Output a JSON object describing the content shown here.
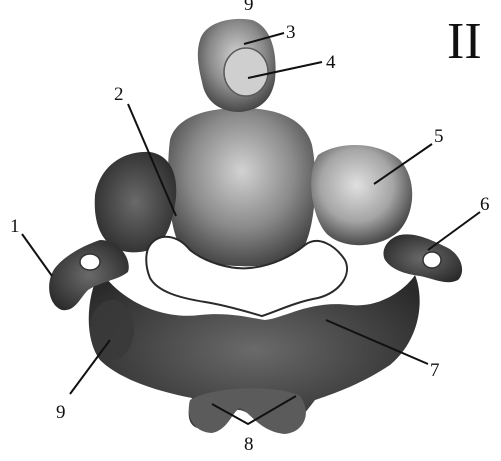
{
  "figure": {
    "panel_label": "II",
    "colors": {
      "bone_dark": "#3e3e3e",
      "bone_mid": "#7a7a7a",
      "bone_light": "#c9c9c9",
      "leader": "#111111",
      "background": "#ffffff"
    },
    "labels": {
      "l1": "1",
      "l2": "2",
      "l3": "3",
      "l4": "4",
      "l5": "5",
      "l6": "6",
      "l7": "7",
      "l8": "8",
      "l9_top": "9",
      "l9_left": "9"
    }
  }
}
